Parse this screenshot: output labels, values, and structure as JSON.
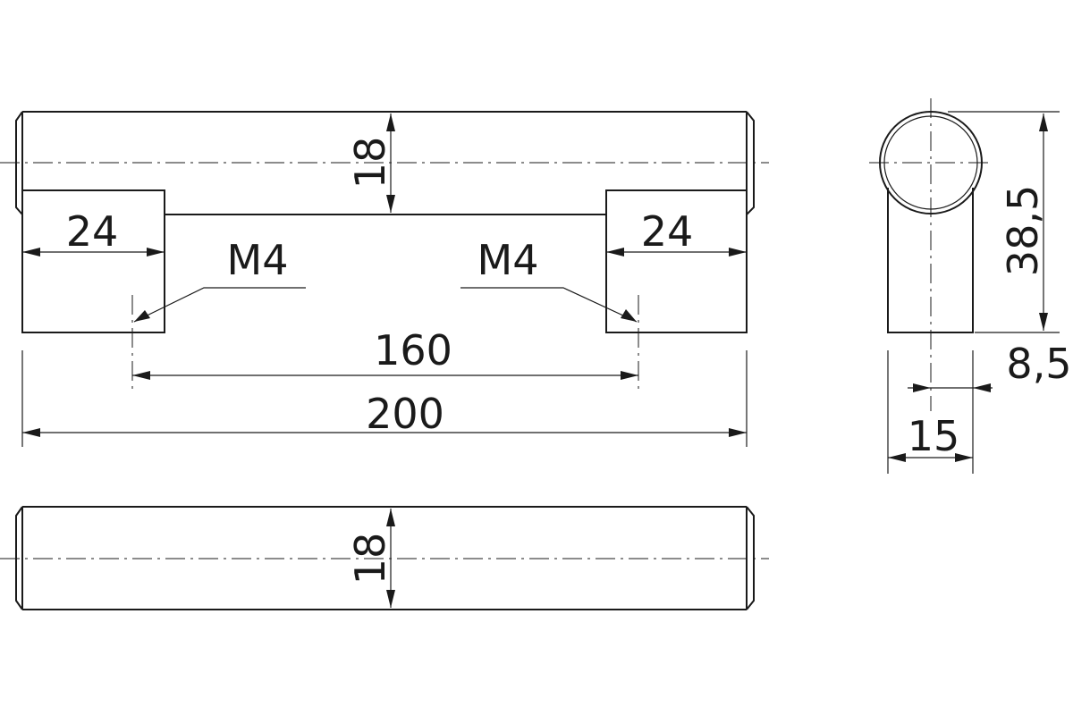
{
  "drawing": {
    "front_view": {
      "dim_height": "18",
      "dim_foot_left": "24",
      "dim_foot_right": "24",
      "thread_left": "M4",
      "thread_right": "M4",
      "dim_hole_spacing": "160",
      "dim_total_length": "200"
    },
    "top_view": {
      "dim_diameter": "18"
    },
    "side_view": {
      "dim_height": "38,5",
      "dim_offset": "8,5",
      "dim_width": "15"
    }
  }
}
